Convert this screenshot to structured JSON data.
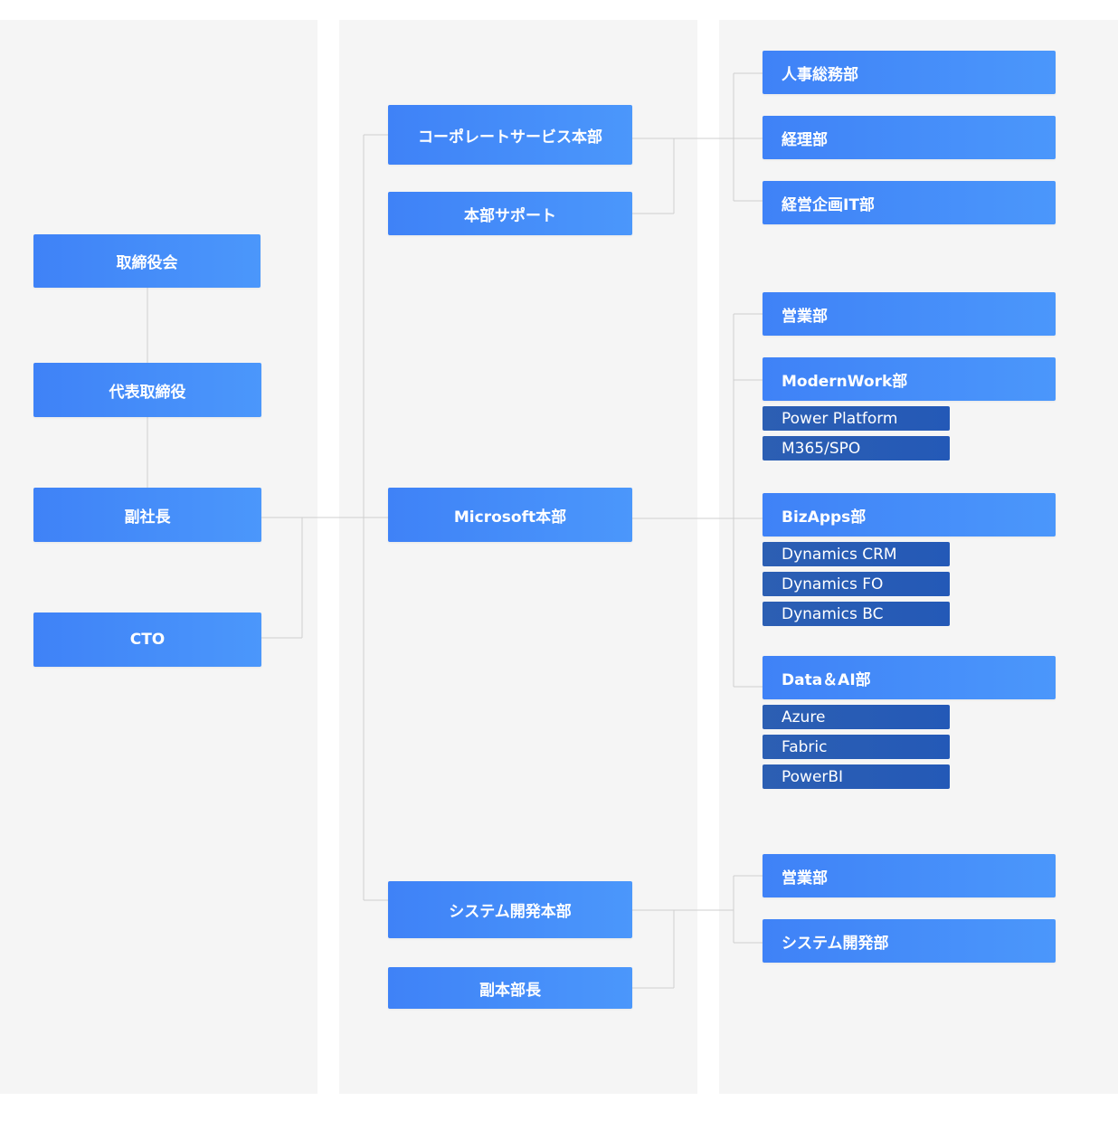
{
  "leadership": {
    "board": "取締役会",
    "ceo": "代表取締役",
    "vp": "副社長",
    "cto": "CTO"
  },
  "divisions": {
    "corporate": "コーポレートサービス本部",
    "corporate_support": "本部サポート",
    "microsoft": "Microsoft本部",
    "sysdev": "システム開発本部",
    "sysdev_deputy": "副本部長"
  },
  "departments": {
    "hr": "人事総務部",
    "accounting": "経理部",
    "planning_it": "経営企画IT部",
    "ms_sales": "営業部",
    "modernwork": "ModernWork部",
    "modernwork_subs": [
      "Power Platform",
      "M365/SPO"
    ],
    "bizapps": "BizApps部",
    "bizapps_subs": [
      "Dynamics CRM",
      "Dynamics FO",
      "Dynamics BC"
    ],
    "dataai": "Data＆AI部",
    "dataai_subs": [
      "Azure",
      "Fabric",
      "PowerBI"
    ],
    "sd_sales": "営業部",
    "sd_dev": "システム開発部"
  },
  "colors": {
    "box": "#4a8cf8",
    "sub_box": "#285db5",
    "column_bg": "#f5f5f5",
    "connector": "#cfcfcf"
  }
}
